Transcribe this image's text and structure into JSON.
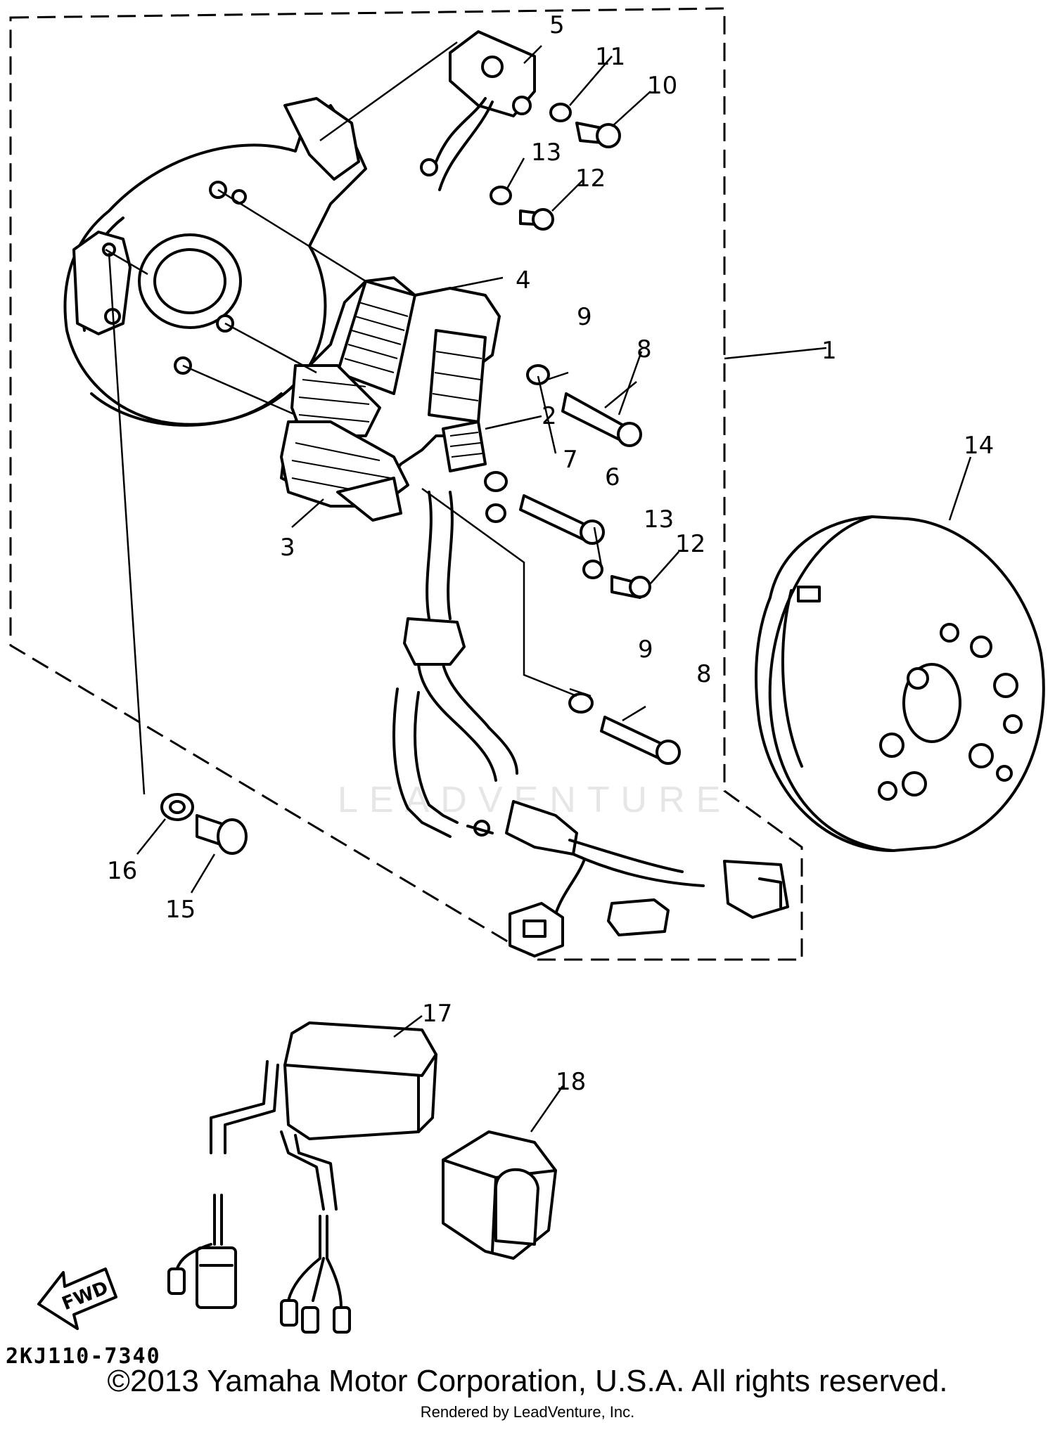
{
  "diagram": {
    "code": "2KJ110-7340",
    "fwd_label": "FWD",
    "callouts": [
      "1",
      "2",
      "3",
      "4",
      "5",
      "6",
      "7",
      "8",
      "8",
      "9",
      "9",
      "10",
      "11",
      "12",
      "12",
      "13",
      "13",
      "14",
      "15",
      "16",
      "17",
      "18"
    ]
  },
  "watermark": {
    "text": "LEADVENTURE"
  },
  "footer": {
    "copyright": "©2013 Yamaha Motor Corporation, U.S.A. All rights reserved.",
    "rendered_by": "Rendered by LeadVenture, Inc."
  }
}
